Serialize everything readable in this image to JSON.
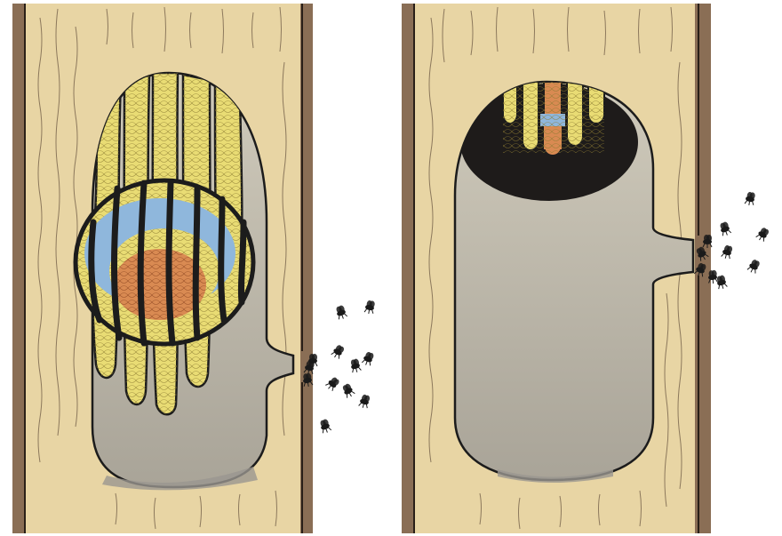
{
  "figure": {
    "panels": [
      {
        "name": "nest-with-combs",
        "brood": [
          "yellow-comb",
          "blue-zone",
          "orange-zone"
        ]
      },
      {
        "name": "nest-cavity-with-small-comb",
        "brood": [
          "yellow-comb",
          "blue-zone",
          "orange-zone"
        ]
      }
    ]
  },
  "colors": {
    "page_background": "#ffffff",
    "bark": "#8a6e55",
    "wood": "#e8d5a4",
    "wood_grain": "#6e5a44",
    "cavity": "#b5b0a2",
    "cavity_floor": "#9a9690",
    "comb_yellow": "#e9dc74",
    "brood_blue": "#8fb7dc",
    "brood_orange": "#d98a52",
    "outline": "#1c1c1c",
    "bee": "#1a1a1a"
  },
  "icons": {
    "bee": "bee-icon",
    "comb_cell": "hexagon-cell-icon"
  }
}
